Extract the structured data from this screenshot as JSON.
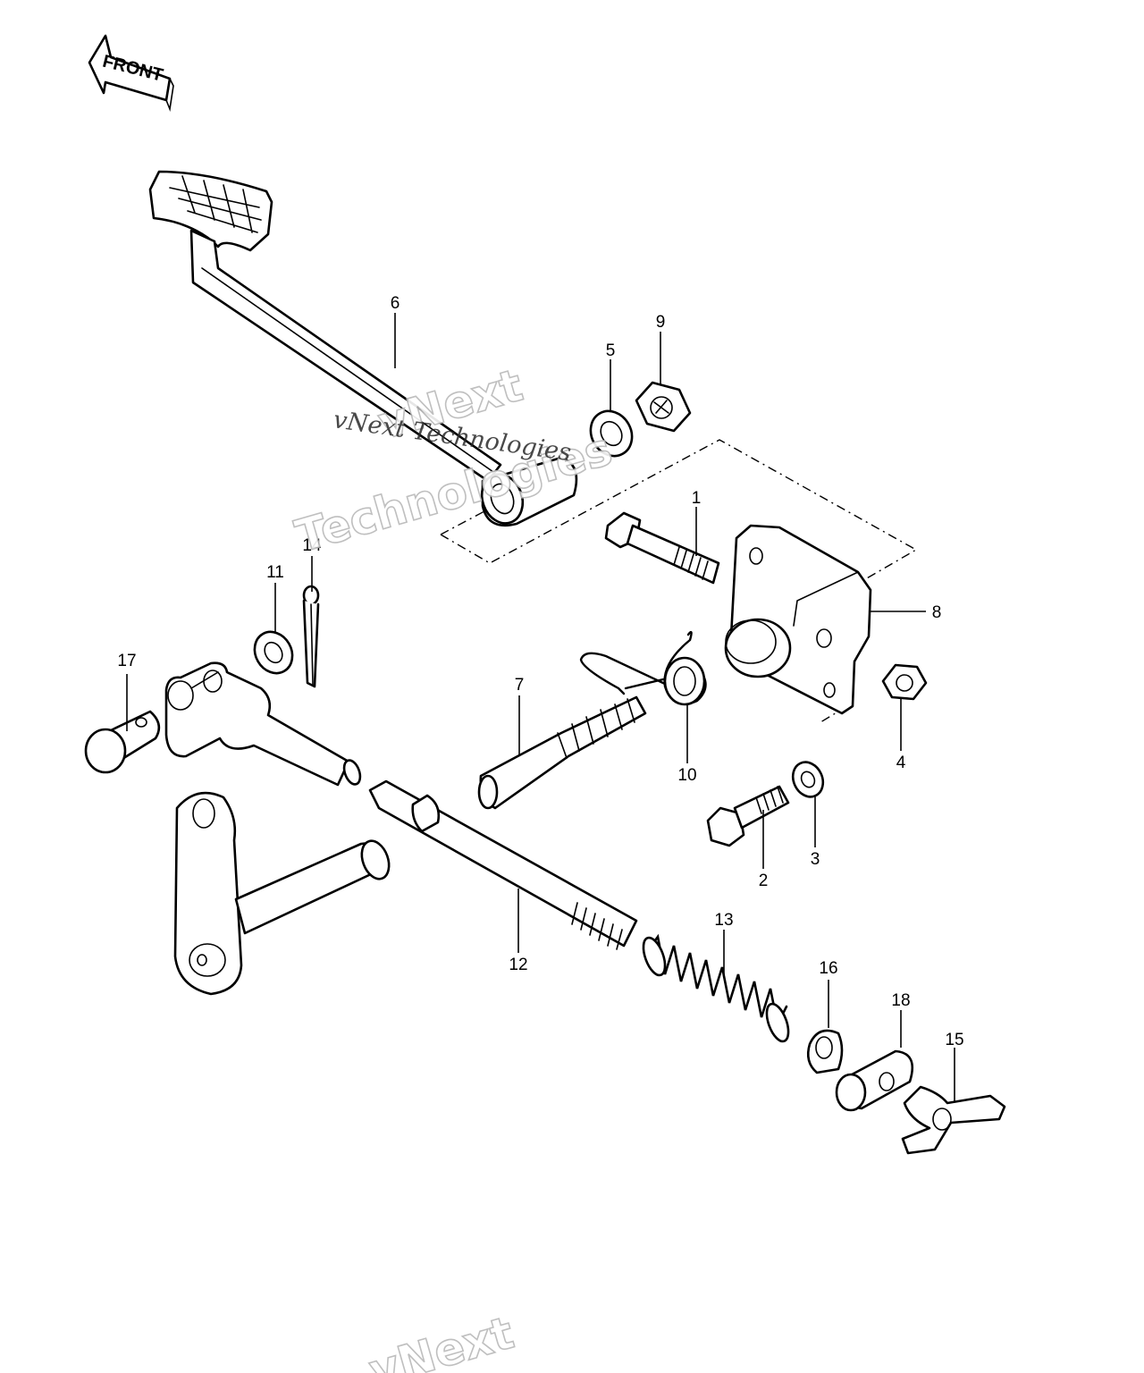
{
  "front_label": "FRONT",
  "watermarks": {
    "main": "vNext Technologies",
    "outline_line1": "vNext",
    "outline_line2": "Technologies",
    "outline_bottom": "vNext"
  },
  "callouts": [
    "1",
    "2",
    "3",
    "4",
    "5",
    "6",
    "7",
    "8",
    "9",
    "10",
    "11",
    "12",
    "13",
    "14",
    "15",
    "16",
    "17",
    "18"
  ],
  "colors": {
    "ink": "#000000",
    "paper": "#ffffff",
    "watermark_outline": "#b9b9b9"
  }
}
